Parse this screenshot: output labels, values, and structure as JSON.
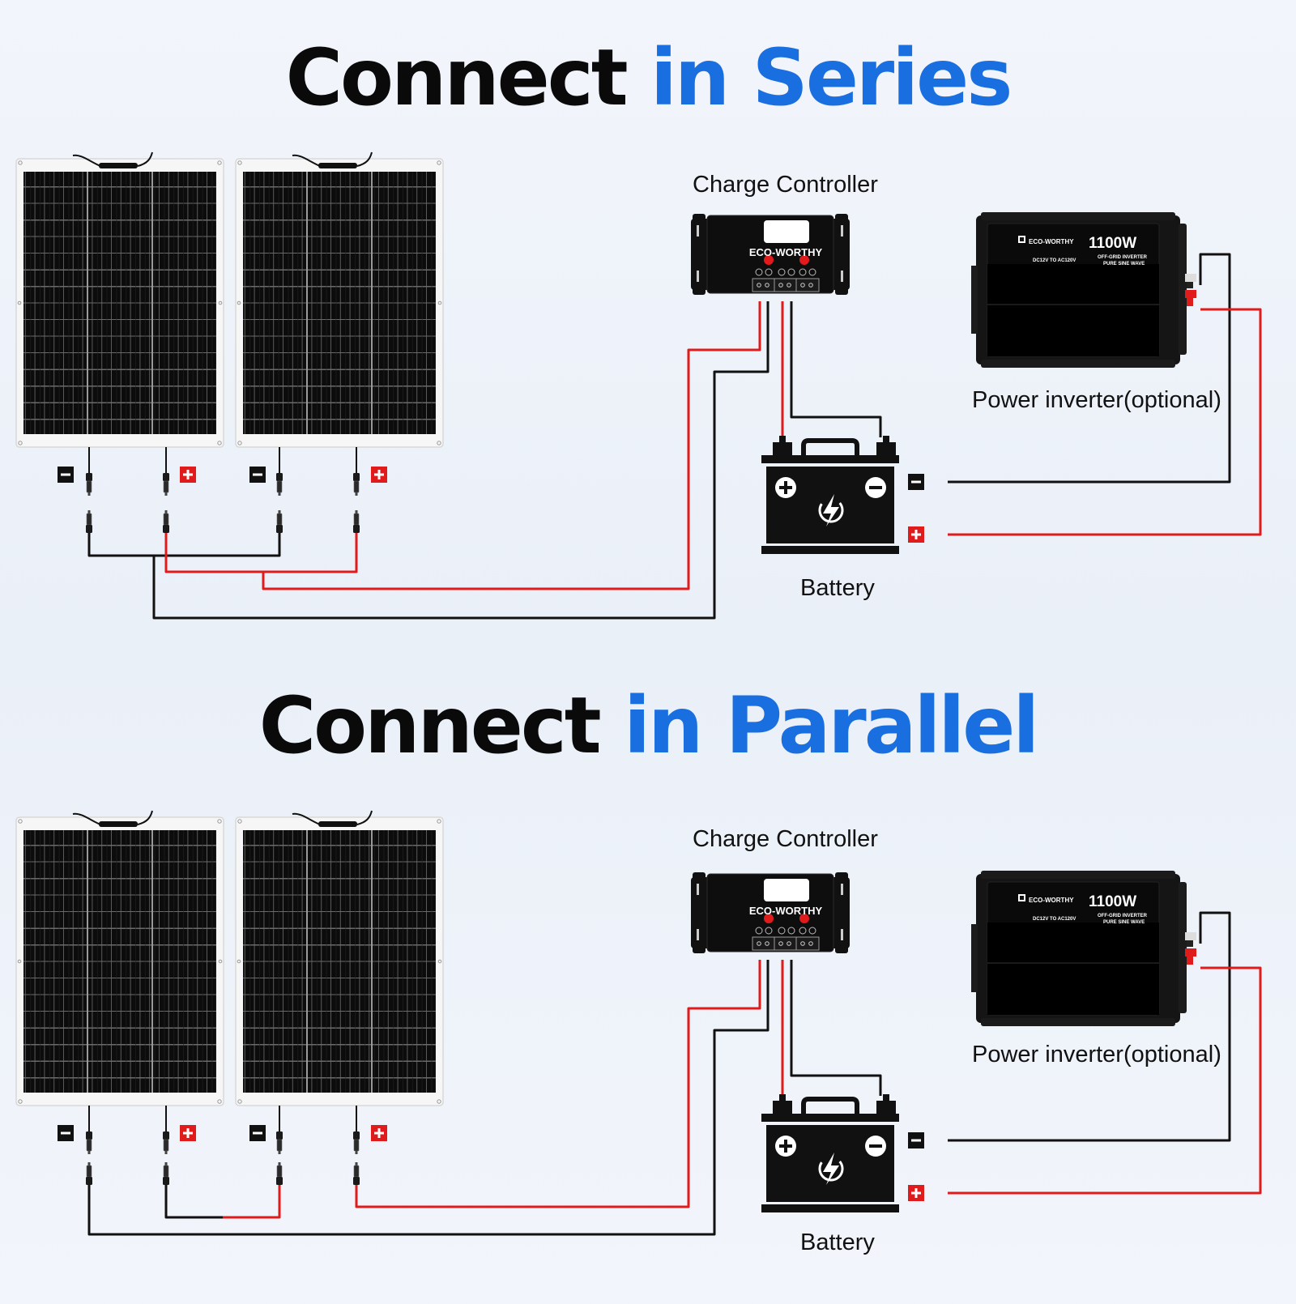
{
  "series": {
    "heading_black": "Connect",
    "heading_blue": "in Series",
    "charge_controller_label": "Charge Controller",
    "controller_brand": "ECO-WORTHY",
    "inverter_label": "Power inverter(optional)",
    "inverter_brand": "ECO-WORTHY",
    "inverter_power": "1100W",
    "inverter_sub1": "DC12V TO AC120V",
    "inverter_sub2": "OFF-GRID INVERTER",
    "inverter_sub3": "PURE SINE WAVE",
    "battery_label": "Battery"
  },
  "parallel": {
    "heading_black": "Connect",
    "heading_blue": "in Parallel",
    "charge_controller_label": "Charge Controller",
    "controller_brand": "ECO-WORTHY",
    "inverter_label": "Power inverter(optional)",
    "inverter_brand": "ECO-WORTHY",
    "inverter_power": "1100W",
    "inverter_sub1": "DC12V TO AC120V",
    "inverter_sub2": "OFF-GRID INVERTER",
    "inverter_sub3": "PURE SINE WAVE",
    "battery_label": "Battery"
  },
  "colors": {
    "blue_heading": "#1a6fe0",
    "wire_red": "#e01b1b",
    "wire_black": "#111111",
    "panel_frame": "#f4f4f4",
    "panel_cell": "#0d0d0d"
  },
  "icons": [
    "solar-panel-icon",
    "charge-controller-icon",
    "battery-icon",
    "inverter-icon",
    "mc4-connector-icon",
    "plus-icon",
    "minus-icon",
    "lightning-icon"
  ]
}
